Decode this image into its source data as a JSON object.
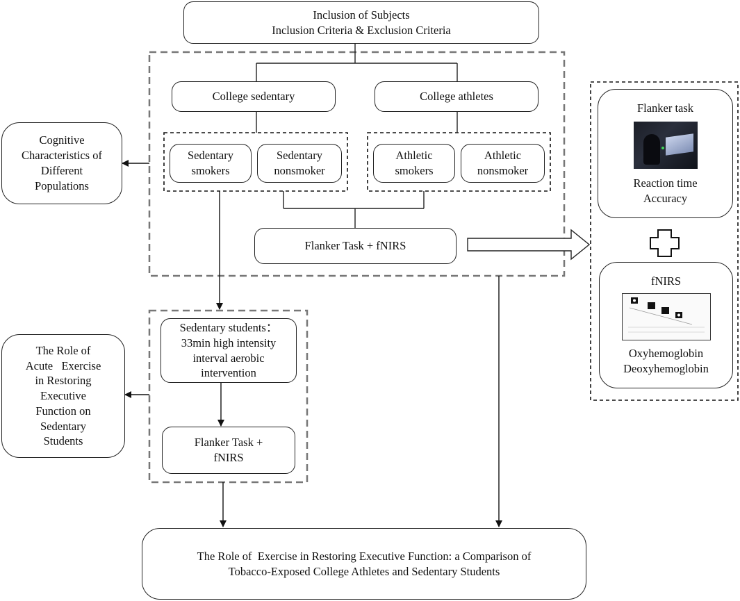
{
  "boxes": {
    "inclusion": {
      "line1": "Inclusion of Subjects",
      "line2": "Inclusion Criteria & Exclusion Criteria"
    },
    "college_sedentary": "College sedentary",
    "college_athletes": "College athletes",
    "sedentary_smokers": {
      "line1": "Sedentary",
      "line2": "smokers"
    },
    "sedentary_nonsmoker": {
      "line1": "Sedentary",
      "line2": "nonsmoker"
    },
    "athletic_smokers": {
      "line1": "Athletic",
      "line2": "smokers"
    },
    "athletic_nonsmoker": {
      "line1": "Athletic",
      "line2": "nonsmoker"
    },
    "flanker_fnirs_main": "Flanker Task  +  fNIRS",
    "cognitive": {
      "line1": "Cognitive",
      "line2": "Characteristics of",
      "line3": "Different",
      "line4": "Populations"
    },
    "intervention": {
      "line1": "Sedentary students：",
      "line2": "33min high intensity",
      "line3": "interval aerobic",
      "line4": "intervention"
    },
    "flanker_fnirs_post": {
      "line1": "Flanker Task  +",
      "line2": "fNIRS"
    },
    "acute_role": {
      "line1": "The Role of",
      "line2": "Acute   Exercise",
      "line3": "in Restoring",
      "line4": "Executive",
      "line5": "Function on",
      "line6": "Sedentary",
      "line7": "Students"
    },
    "conclusion": {
      "line1": "The Role of  Exercise in Restoring Executive Function: a Comparison of",
      "line2": "Tobacco-Exposed College Athletes and Sedentary Students"
    }
  },
  "measures": {
    "flanker": {
      "title": "Flanker task",
      "line1": "Reaction time",
      "line2": "Accuracy"
    },
    "fnirs": {
      "title": "fNIRS",
      "line1": "Oxyhemoglobin",
      "line2": "Deoxyhemoglobin"
    }
  },
  "colors": {
    "line": "#222222",
    "dash_gray": "#777777",
    "dash_black": "#111111"
  }
}
